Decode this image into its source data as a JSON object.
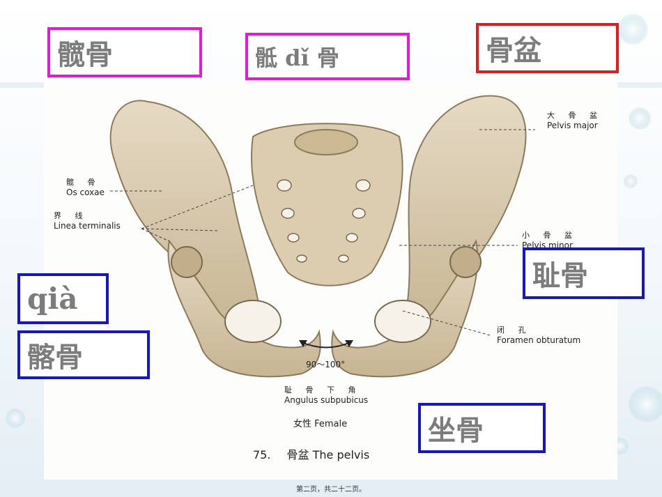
{
  "slide": {
    "labels": {
      "ilium_box": "髋骨",
      "sacrum_box": "骶 dǐ 骨",
      "pelvis_box": "骨盆",
      "pubis_box": "耻骨",
      "pinyin_box": "qià",
      "hip_box": "髂骨",
      "ischium_box": "坐骨"
    },
    "figure": {
      "annotations": {
        "pelvis_major_zh": "大 骨 盆",
        "pelvis_major_en": "Pelvis major",
        "os_coxae_zh": "髋 骨",
        "os_coxae_en": "Os coxae",
        "linea_zh": "界 线",
        "linea_en": "Linea terminalis",
        "pelvis_minor_zh": "小 骨 盆",
        "pelvis_minor_en": "Pelvis minor",
        "foramen_zh": "闭 孔",
        "foramen_en": "Foramen obturatum",
        "angle": "90～100°",
        "angulus_zh": "耻 骨 下 角",
        "angulus_en": "Angulus subpubicus",
        "sex": "女性  Female"
      },
      "caption_number": "75.",
      "caption_text": "骨盆 The pelvis"
    },
    "footer": "第二页，共二十二页。",
    "colors": {
      "magenta": "#e619d8",
      "red": "#e81919",
      "blue": "#1515cc",
      "bone": "#d8c9ad"
    }
  }
}
